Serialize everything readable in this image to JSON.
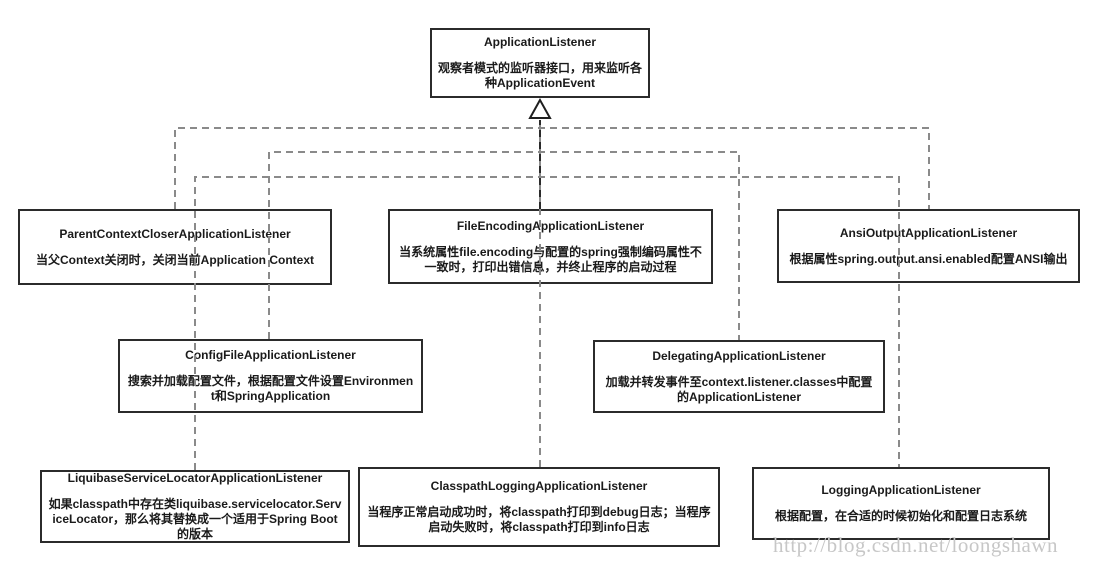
{
  "diagram": {
    "root": {
      "title": "ApplicationListener",
      "desc": "观察者模式的监听器接口，用来监听各种ApplicationEvent"
    },
    "nodes": [
      {
        "title": "ParentContextCloserApplicationListener",
        "desc": "当父Context关闭时，关闭当前Application Context"
      },
      {
        "title": "FileEncodingApplicationListener",
        "desc": "当系统属性file.encoding与配置的spring强制编码属性不一致时，打印出错信息，并终止程序的启动过程"
      },
      {
        "title": "AnsiOutputApplicationListener",
        "desc": "根据属性spring.output.ansi.enabled配置ANSI输出"
      },
      {
        "title": "ConfigFileApplicationListener",
        "desc": "搜索并加载配置文件，根据配置文件设置Environment和SpringApplication"
      },
      {
        "title": "DelegatingApplicationListener",
        "desc": "加载并转发事件至context.listener.classes中配置的ApplicationListener"
      },
      {
        "title": "LiquibaseServiceLocatorApplicationListener",
        "desc": "如果classpath中存在类liquibase.servicelocator.ServiceLocator，那么将其替换成一个适用于Spring Boot的版本"
      },
      {
        "title": "ClasspathLoggingApplicationListener",
        "desc": "当程序正常启动成功时，将classpath打印到debug日志；当程序启动失败时，将classpath打印到info日志"
      },
      {
        "title": "LoggingApplicationListener",
        "desc": "根据配置，在合适的时候初始化和配置日志系统"
      }
    ],
    "edges": [
      {
        "from": "ParentContextCloserApplicationListener",
        "to": "ApplicationListener",
        "type": "realization"
      },
      {
        "from": "FileEncodingApplicationListener",
        "to": "ApplicationListener",
        "type": "realization"
      },
      {
        "from": "AnsiOutputApplicationListener",
        "to": "ApplicationListener",
        "type": "realization"
      },
      {
        "from": "ConfigFileApplicationListener",
        "to": "ApplicationListener",
        "type": "realization"
      },
      {
        "from": "DelegatingApplicationListener",
        "to": "ApplicationListener",
        "type": "realization"
      },
      {
        "from": "LiquibaseServiceLocatorApplicationListener",
        "to": "ApplicationListener",
        "type": "realization"
      },
      {
        "from": "ClasspathLoggingApplicationListener",
        "to": "ApplicationListener",
        "type": "realization"
      },
      {
        "from": "LoggingApplicationListener",
        "to": "ApplicationListener",
        "type": "realization"
      }
    ],
    "colors": {
      "node_border": "#2b2b2b",
      "edge_gray": "#8a8a8a",
      "edge_dark": "#2a2a2a",
      "watermark": "#c7c7c7"
    }
  },
  "watermark": {
    "text": "http://blog.csdn.net/loongshawn"
  }
}
